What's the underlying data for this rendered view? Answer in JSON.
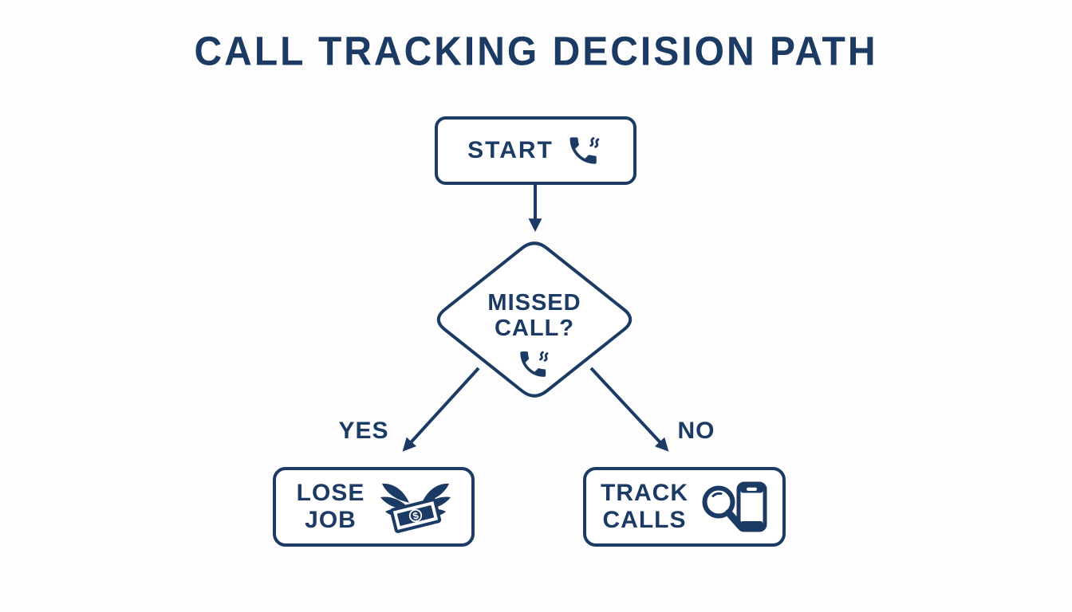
{
  "title": "CALL TRACKING DECISION PATH",
  "colors": {
    "navy": "#1b3a64",
    "background": "#fdfdfd",
    "node_fill": "#ffffff"
  },
  "flowchart": {
    "start": {
      "label": "START",
      "icon": "ringing-phone-icon"
    },
    "decision": {
      "label": "MISSED CALL?",
      "icon": "ringing-phone-icon"
    },
    "branches": {
      "yes": "YES",
      "no": "NO"
    },
    "outcomes": {
      "lose_job": {
        "label": "LOSE JOB",
        "icon": "flying-money-icon",
        "money_symbol": "$"
      },
      "track_calls": {
        "label": "TRACK CALLS",
        "icon": "phone-magnifier-icon"
      }
    },
    "edges": [
      {
        "from": "START",
        "to": "MISSED CALL?",
        "label": ""
      },
      {
        "from": "MISSED CALL?",
        "to": "LOSE JOB",
        "label": "YES"
      },
      {
        "from": "MISSED CALL?",
        "to": "TRACK CALLS",
        "label": "NO"
      }
    ]
  }
}
